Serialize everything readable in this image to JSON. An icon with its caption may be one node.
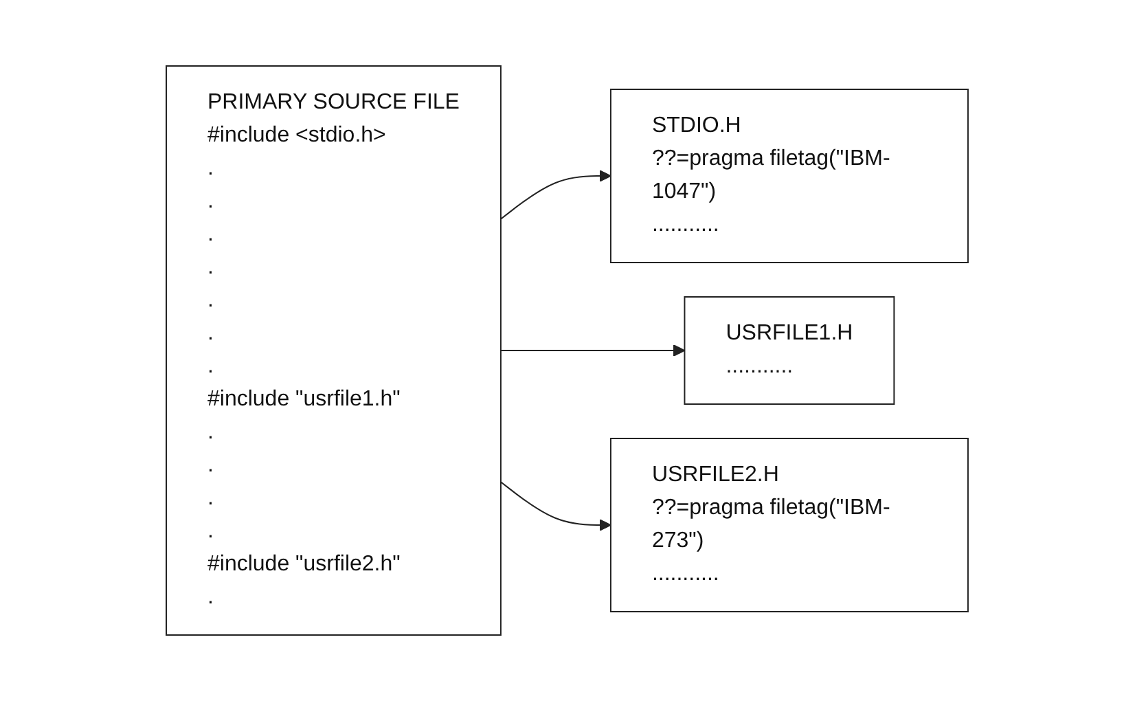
{
  "diagram": {
    "nodes": [
      {
        "text": [
          "PRIMARY SOURCE FILE",
          "#include <stdio.h>",
          ".",
          ".",
          ".",
          ".",
          ".",
          ".",
          ".",
          "#include \"usrfile1.h\"",
          ".",
          ".",
          ".",
          ".",
          "#include \"usrfile2.h\"",
          "."
        ]
      },
      {
        "text": [
          "STDIO.H",
          "??=pragma filetag(\"IBM-1047\")",
          "..........."
        ]
      },
      {
        "text": [
          "USRFILE1.H",
          "..........."
        ]
      },
      {
        "text": [
          "USRFILE2.H",
          "??=pragma filetag(\"IBM-273\")",
          "..........."
        ]
      }
    ],
    "edges": [
      {
        "from": 0,
        "to": 1,
        "arrow": "to"
      },
      {
        "from": 0,
        "to": 2,
        "arrow": "to"
      },
      {
        "from": 0,
        "to": 3,
        "arrow": "to"
      }
    ]
  }
}
